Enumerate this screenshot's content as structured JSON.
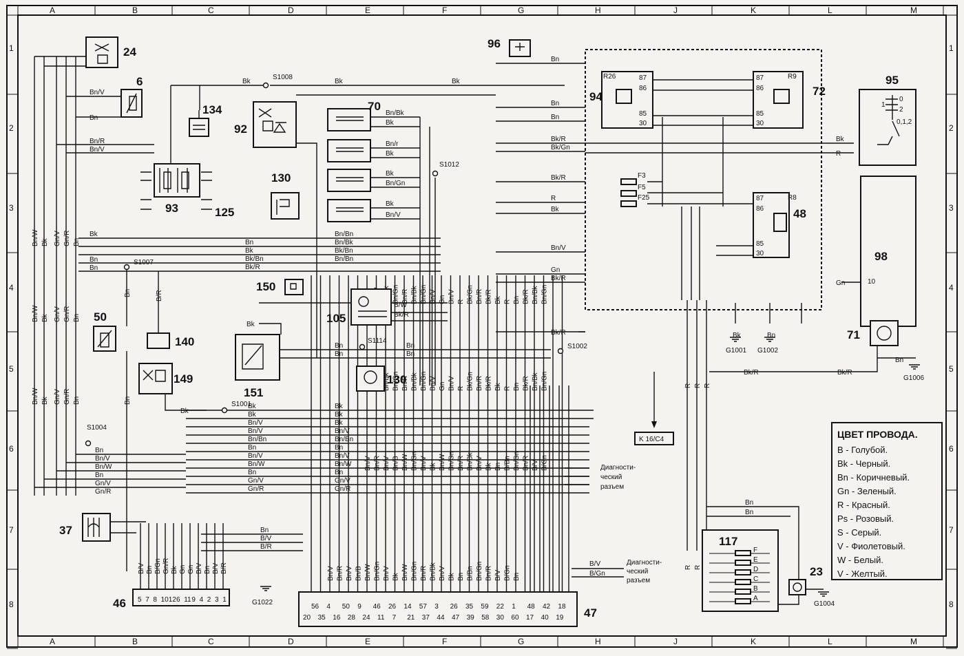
{
  "grid": {
    "columns": [
      "A",
      "B",
      "C",
      "D",
      "E",
      "F",
      "G",
      "H",
      "J",
      "K",
      "L",
      "M"
    ],
    "rows": [
      "1",
      "2",
      "3",
      "4",
      "5",
      "6",
      "7",
      "8"
    ]
  },
  "components": [
    {
      "id": "24",
      "label": "24"
    },
    {
      "id": "6",
      "label": "6"
    },
    {
      "id": "134",
      "label": "134"
    },
    {
      "id": "92",
      "label": "92"
    },
    {
      "id": "70",
      "label": "70"
    },
    {
      "id": "96",
      "label": "96"
    },
    {
      "id": "94",
      "label": "94"
    },
    {
      "id": "72",
      "label": "72"
    },
    {
      "id": "95",
      "label": "95"
    },
    {
      "id": "93",
      "label": "93"
    },
    {
      "id": "125",
      "label": "125"
    },
    {
      "id": "130a",
      "label": "130"
    },
    {
      "id": "48",
      "label": "48"
    },
    {
      "id": "98",
      "label": "98"
    },
    {
      "id": "150",
      "label": "150"
    },
    {
      "id": "105",
      "label": "105"
    },
    {
      "id": "50",
      "label": "50"
    },
    {
      "id": "140",
      "label": "140"
    },
    {
      "id": "71",
      "label": "71"
    },
    {
      "id": "149",
      "label": "149"
    },
    {
      "id": "151",
      "label": "151"
    },
    {
      "id": "130b",
      "label": "130"
    },
    {
      "id": "37",
      "label": "37"
    },
    {
      "id": "117",
      "label": "117"
    },
    {
      "id": "23",
      "label": "23"
    },
    {
      "id": "46",
      "label": "46"
    },
    {
      "id": "47",
      "label": "47"
    }
  ],
  "relays": {
    "r26": {
      "name": "R26",
      "pins": [
        "87",
        "86",
        "85",
        "30"
      ]
    },
    "r9": {
      "name": "R9",
      "pins": [
        "87",
        "86",
        "85",
        "30"
      ]
    },
    "r8": {
      "name": "R8",
      "pins": [
        "87",
        "86",
        "85",
        "30"
      ]
    }
  },
  "fuses": [
    "F3",
    "F5",
    "F25"
  ],
  "fuse_box_117": [
    "F",
    "E",
    "D",
    "C",
    "B",
    "A"
  ],
  "splices": [
    "S1008",
    "S1012",
    "S1007",
    "S1114",
    "S1002",
    "S1001",
    "S1004"
  ],
  "grounds": [
    "G1001",
    "G1002",
    "G1006",
    "G1004",
    "G1022"
  ],
  "connector_46_pins": [
    "5",
    "7",
    "8",
    "10",
    "12",
    "6",
    "11",
    "9",
    "4",
    "2",
    "3",
    "1"
  ],
  "connector_47_top": [
    "56",
    "4",
    "50",
    "9",
    "46",
    "26",
    "14",
    "57",
    "3",
    "26",
    "35",
    "59",
    "22",
    "1",
    "48",
    "42",
    "18"
  ],
  "connector_47_bottom": [
    "20",
    "35",
    "16",
    "28",
    "24",
    "11",
    "7",
    "21",
    "37",
    "44",
    "47",
    "39",
    "58",
    "30",
    "60",
    "17",
    "40",
    "19"
  ],
  "connector_98_pin": "10",
  "ref_box": "K 16/C4",
  "diag_label_lines": [
    "Диагности-",
    "ческий",
    "разъем"
  ],
  "relay_95_pins": [
    "0",
    "1",
    "2",
    "0,1,2"
  ],
  "wires": {
    "left": [
      "Bn/W",
      "Bk",
      "Gn/V",
      "Gn/R",
      "Bn"
    ],
    "c24": [
      "Bn/V",
      "Bn",
      "Bn/R",
      "Bn/V"
    ],
    "top": [
      "Bk",
      "Bk",
      "Bk",
      "Bn/Bk",
      "Bk",
      "Bn/r",
      "Bk",
      "Bk",
      "Bn/Gn",
      "Bk",
      "Bn/V"
    ],
    "right": [
      "Bn",
      "Bn",
      "Bn",
      "Bk/R",
      "Bk/Gn",
      "Bk/R",
      "R",
      "Bk",
      "Bk",
      "R",
      "Bn/V",
      "Bk",
      "Gn",
      "Bk/R",
      "Bk/R",
      "Bk/R",
      "Bn",
      "Bk",
      "Bn",
      "Bn"
    ],
    "mid": [
      "Bk",
      "Bn",
      "Bn/Bn",
      "Bn/Bk",
      "Bk",
      "Bk/Bn",
      "Bn/Bn",
      "Bk/R",
      "Bn",
      "B/R",
      "Bn/V",
      "B/R",
      "Bk",
      "Bk",
      "Bk/Gn",
      "B/W",
      "Bk/R",
      "Bk",
      "Bn",
      "Bn",
      "Bn/Gn",
      "Bk",
      "Bn/R",
      "Bn/V"
    ],
    "bus": [
      "Bk",
      "Bk",
      "Bk",
      "Bn/V",
      "Bn/V",
      "Bn/Bn",
      "Bn/Bn",
      "Bn",
      "Bn/V",
      "Bn/V",
      "Bn/W",
      "Bn/W",
      "Bn",
      "Gn/V",
      "Gn/R",
      "Bn",
      "Bn",
      "Bn",
      "Bn",
      "Bn"
    ],
    "vert": [
      "Bn/V",
      "Bn/W",
      "Bn/Bk",
      "Bn/Gn",
      "Bn/R",
      "Bn/Bk",
      "Bn/Gn",
      "Bn/V",
      "Gn",
      "Bn/V",
      "R",
      "Bk/Gn",
      "Bn/R",
      "Bk/R",
      "Bk",
      "R",
      "Bn",
      "Bk/R",
      "Bn/Bk",
      "Bn/Gn",
      "Bn/V",
      "Bn/W",
      "Bn/Bk",
      "Bn/Gn",
      "Bn/R",
      "Bn/R",
      "Bn/V",
      "Bn/W",
      "R",
      "R",
      "R",
      "Bn",
      "Bn",
      "Bn",
      "R",
      "R"
    ],
    "c46": [
      "B/V",
      "Bn",
      "B/Gn",
      "Gn/R",
      "Bk",
      "Gn",
      "Gn",
      "B/V",
      "Bn",
      "B/V",
      "B/R",
      "Bn",
      "B/V",
      "B/R"
    ],
    "c47": [
      "Bn/V",
      "Bn/R",
      "Bn/V",
      "Bn/B",
      "Bn/W",
      "Bn/Gn",
      "Bn/V",
      "Bk",
      "Bn/W",
      "Bn/Gn",
      "Bn/R",
      "Bn/Bk",
      "Bn/V",
      "Bk",
      "Bn",
      "B/Bn",
      "Bn/Gn",
      "Bn/R",
      "B/V",
      "B/Gn",
      "Bn"
    ]
  },
  "legend": {
    "title": "ЦВЕТ ПРОВОДА.",
    "entries": [
      "В - Голубой.",
      "Bk - Черный.",
      "Bn - Коричневый.",
      "Gn - Зеленый.",
      "R - Красный.",
      "Ps - Розовый.",
      "S - Серый.",
      "V - Фиолетовый.",
      "W - Белый.",
      "V - Желтый."
    ]
  }
}
